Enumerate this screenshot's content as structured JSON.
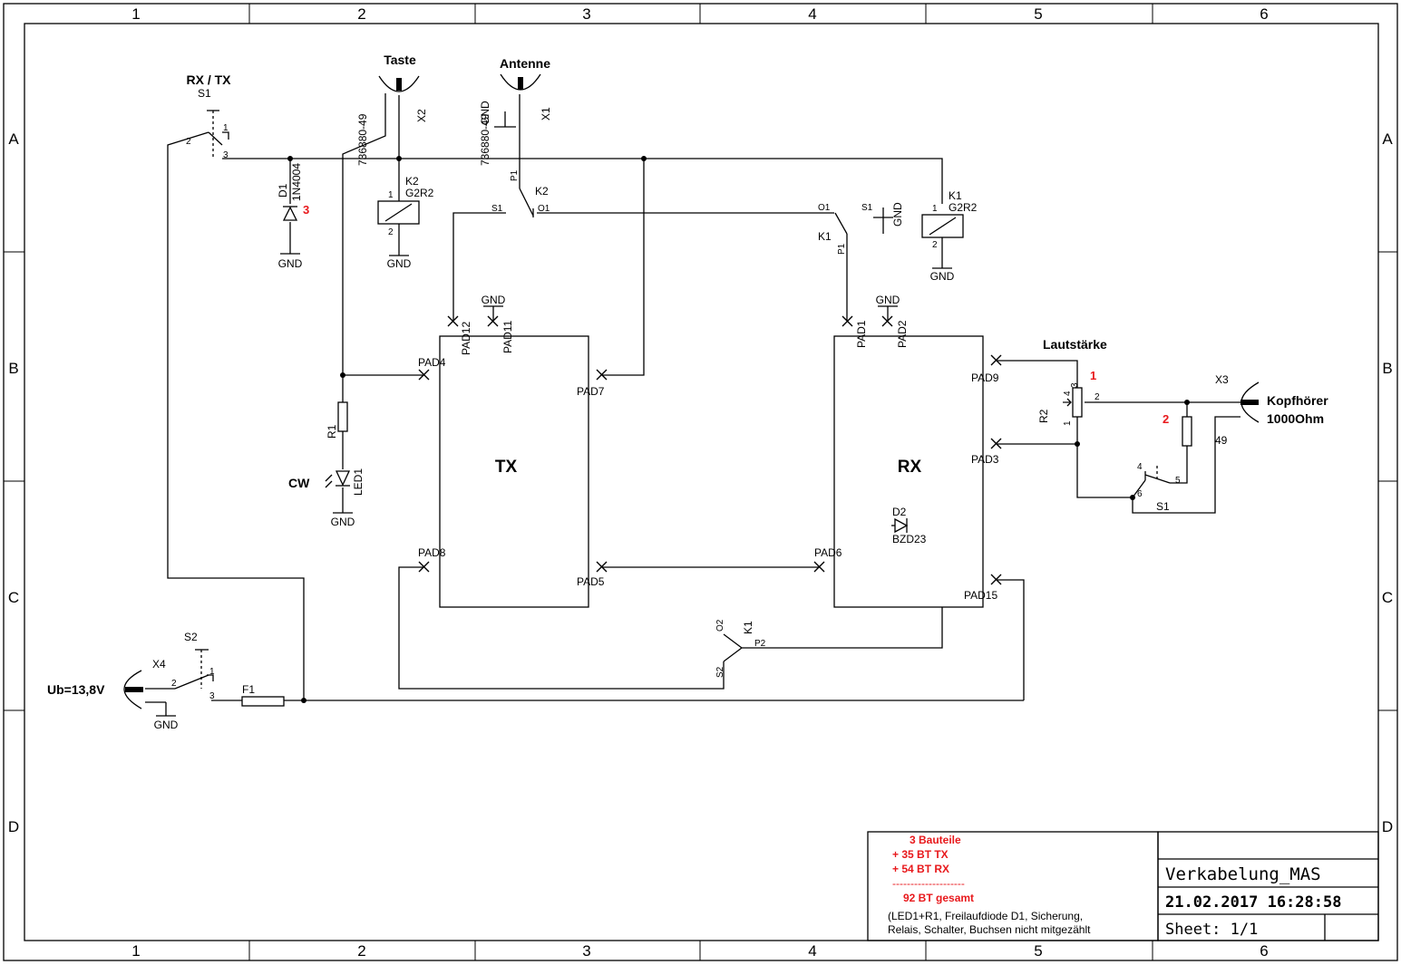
{
  "frame": {
    "columns": [
      "1",
      "2",
      "3",
      "4",
      "5",
      "6"
    ],
    "rows": [
      "A",
      "B",
      "C",
      "D"
    ]
  },
  "colors": {
    "line": "#000000",
    "note": "#e8191c",
    "background": "#ffffff"
  },
  "labels": {
    "rxtx_title": "RX / TX",
    "s1": "S1",
    "pin1": "1",
    "pin2": "2",
    "pin3": "3",
    "pin4": "4",
    "pin5": "5",
    "pin6": "6",
    "taste": "Taste",
    "antenne": "Antenne",
    "x1": "X1",
    "x2": "X2",
    "conn_part": "736880-49",
    "gnd": "GND",
    "k1": "K1",
    "k2": "K2",
    "relay_type": "G2R2",
    "d1": "D1",
    "d1_type": "1N4004",
    "d2": "D2",
    "d2_type": "BZD23",
    "p1": "P1",
    "p2": "P2",
    "o1": "O1",
    "o2": "O2",
    "s2": "S2",
    "r1": "R1",
    "r2": "R2",
    "led1": "LED1",
    "cw": "CW",
    "tx": "TX",
    "rx": "RX",
    "pad1": "PAD1",
    "pad2": "PAD2",
    "pad3": "PAD3",
    "pad4": "PAD4",
    "pad5": "PAD5",
    "pad6": "PAD6",
    "pad7": "PAD7",
    "pad8": "PAD8",
    "pad9": "PAD9",
    "pad11": "PAD11",
    "pad12": "PAD12",
    "pad15": "PAD15",
    "lautstaerke": "Lautstärke",
    "x3": "X3",
    "kopfhoerer": "Kopfhörer",
    "ohm": "1000Ohm",
    "x3_pin": "49",
    "x4": "X4",
    "ub": "Ub=13,8V",
    "f1": "F1",
    "mark1": "1",
    "mark2": "2",
    "mark3": "3"
  },
  "notes": {
    "line1": "3 Bauteile",
    "line2": "+ 35 BT TX",
    "line3": "+ 54 BT RX",
    "line4": "--------------------",
    "line5": "92 BT gesamt",
    "line6": "(LED1+R1, Freilaufdiode D1, Sicherung,",
    "line7": "Relais, Schalter, Buchsen nicht mitgezählt"
  },
  "titleblock": {
    "name": "Verkabelung_MAS",
    "date": "21.02.2017 16:28:58",
    "sheet": "Sheet: 1/1"
  }
}
